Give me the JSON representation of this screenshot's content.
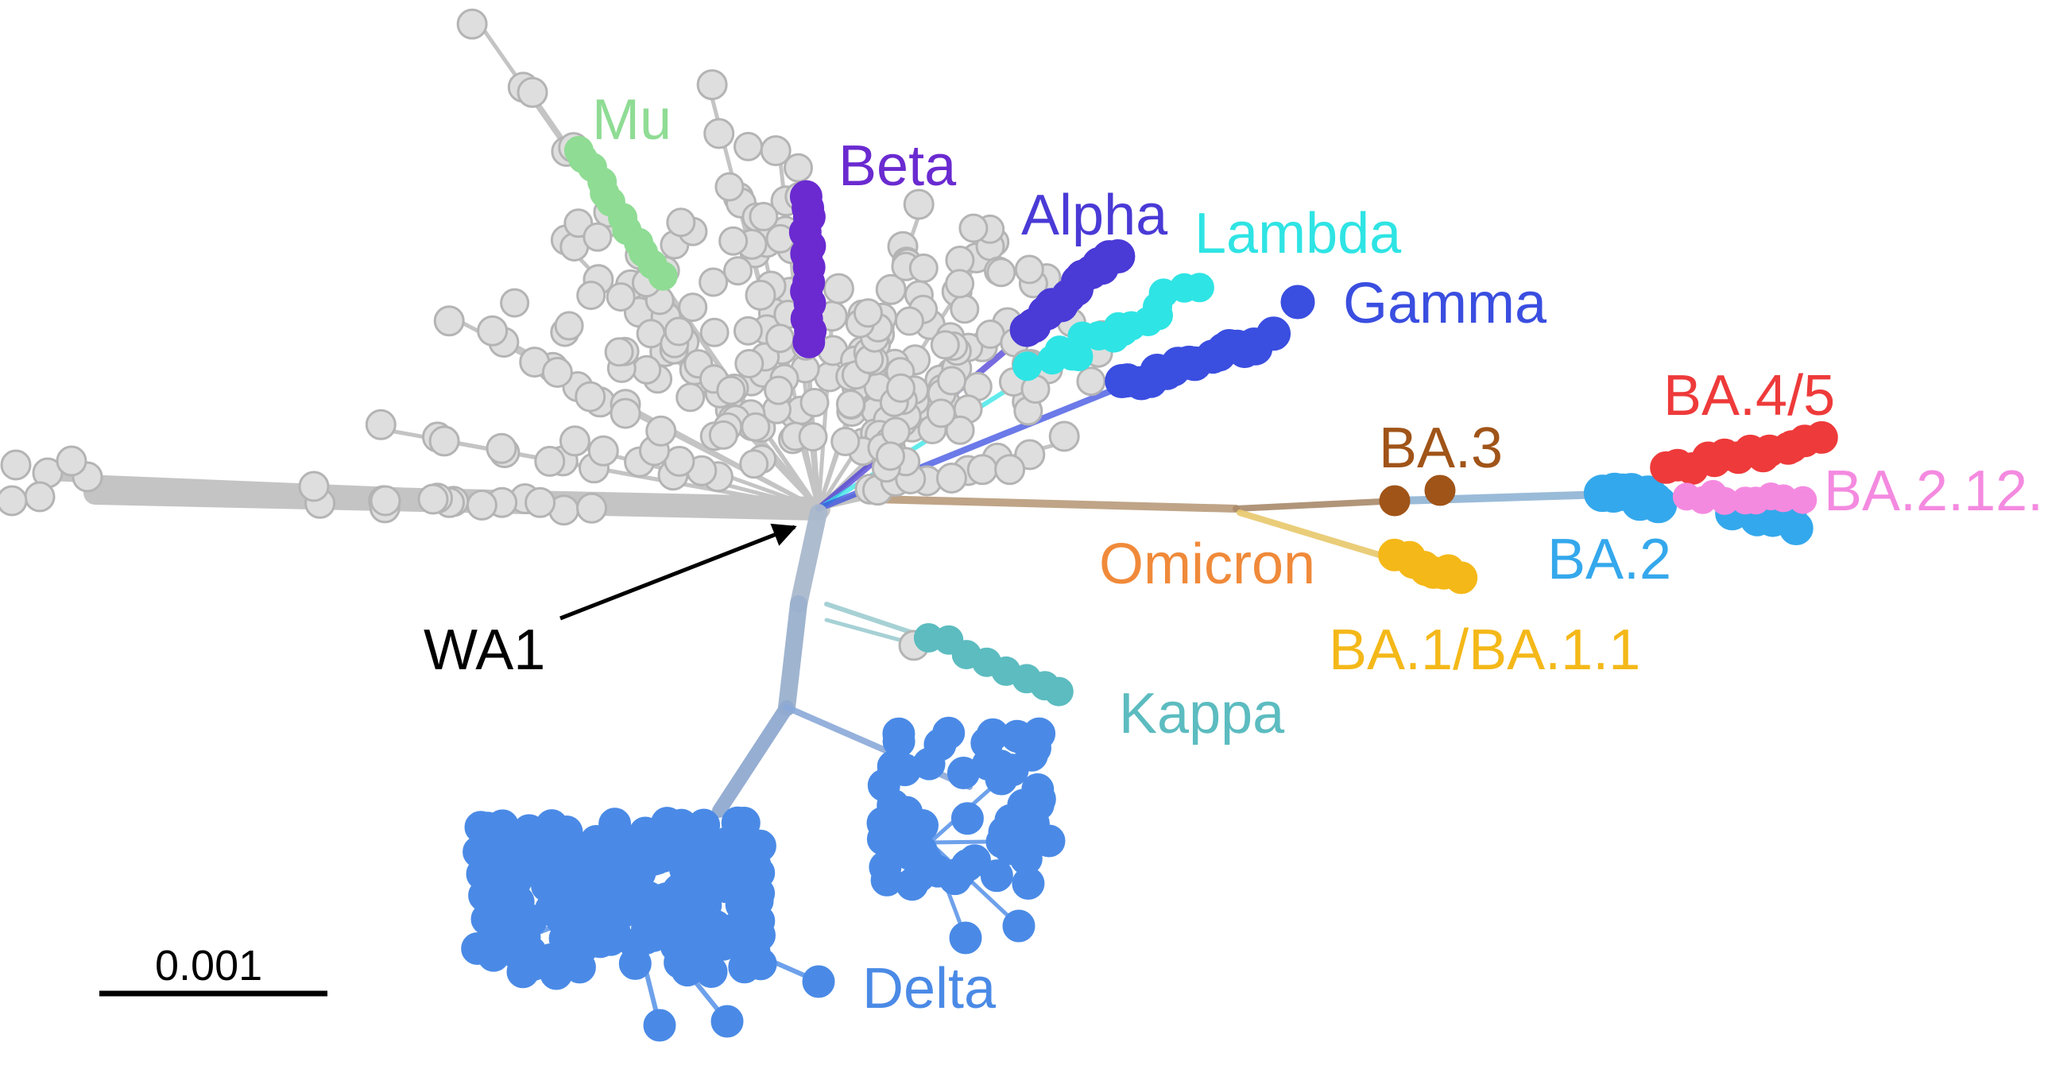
{
  "colors": {
    "background": "#ffffff",
    "grey_branch": "#c4c4c4",
    "grey_node": "#dedede",
    "grey_outline": "#b4b4b4",
    "arrow": "#000000",
    "Mu": "#8fdc94",
    "Beta": "#6a2ad0",
    "Alpha": "#4a3ad6",
    "Lambda": "#2fe4e4",
    "Gamma": "#3a4ee0",
    "BA.3": "#a05418",
    "BA.4/5": "#ee3a3a",
    "BA.2.12.": "#f48ae0",
    "Omicron": "#f08a3a",
    "BA.2": "#34a8ec",
    "BA.1/BA.1.1": "#f4b818",
    "Kappa": "#5cbcc0",
    "Delta": "#4a8ae6",
    "WA1": "#000000"
  },
  "labels": {
    "mu": "Mu",
    "beta": "Beta",
    "alpha": "Alpha",
    "lambda": "Lambda",
    "gamma": "Gamma",
    "ba3": "BA.3",
    "ba45": "BA.4/5",
    "ba212": "BA.2.12.",
    "omicron": "Omicron",
    "ba2": "BA.2",
    "ba1": "BA.1/BA.1.1",
    "kappa": "Kappa",
    "delta": "Delta",
    "wa1": "WA1"
  },
  "scale_bar": {
    "label": "0.001"
  }
}
